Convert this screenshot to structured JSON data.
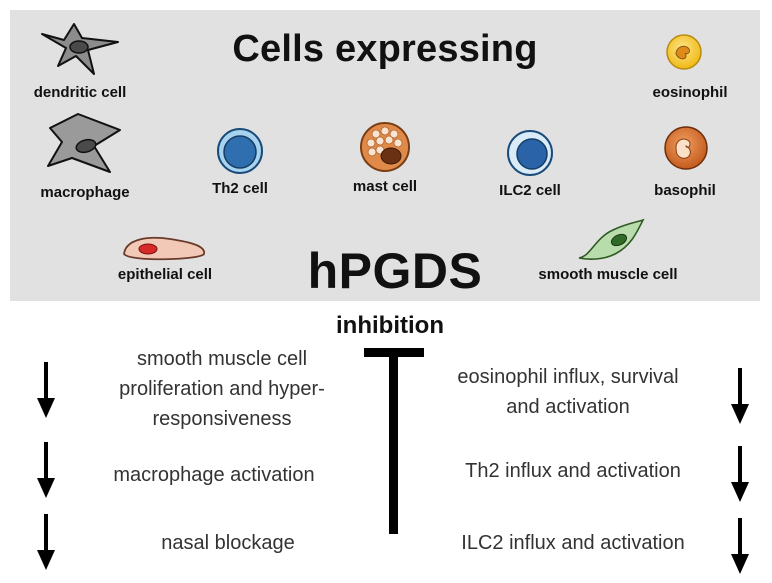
{
  "header": {
    "title": "Cells expressing",
    "target": "hPGDS"
  },
  "cells": [
    {
      "key": "dendritic",
      "label": "dendritic cell",
      "icon": "dendritic-cell-icon",
      "color": "#8c8c8c"
    },
    {
      "key": "eosinophil",
      "label": "eosinophil",
      "icon": "eosinophil-icon",
      "color": "#f5c51c"
    },
    {
      "key": "macrophage",
      "label": "macrophage",
      "icon": "macrophage-icon",
      "color": "#9a9a9a"
    },
    {
      "key": "th2",
      "label": "Th2 cell",
      "icon": "th2-cell-icon",
      "color": "#2f6fb0"
    },
    {
      "key": "mast",
      "label": "mast cell",
      "icon": "mast-cell-icon",
      "color": "#e08a4a"
    },
    {
      "key": "ilc2",
      "label": "ILC2 cell",
      "icon": "ilc2-cell-icon",
      "color": "#2a63a8"
    },
    {
      "key": "basophil",
      "label": "basophil",
      "icon": "basophil-icon",
      "color": "#d46a2c"
    },
    {
      "key": "epithelial",
      "label": "epithelial cell",
      "icon": "epithelial-cell-icon",
      "color": "#f2c9b6"
    },
    {
      "key": "smooth",
      "label": "smooth muscle cell",
      "icon": "smooth-muscle-cell-icon",
      "color": "#7fb872"
    }
  ],
  "inhibition": {
    "label": "inhibition"
  },
  "effects": {
    "left": [
      {
        "lines": [
          "smooth muscle cell",
          "proliferation and hyper-",
          "responsiveness"
        ],
        "direction": "decrease"
      },
      {
        "lines": [
          "macrophage activation"
        ],
        "direction": "decrease"
      },
      {
        "lines": [
          "nasal blockage"
        ],
        "direction": "decrease"
      }
    ],
    "right": [
      {
        "lines": [
          "eosinophil influx, survival",
          "and activation"
        ],
        "direction": "decrease"
      },
      {
        "lines": [
          "Th2 influx and activation"
        ],
        "direction": "decrease"
      },
      {
        "lines": [
          "ILC2 influx and activation"
        ],
        "direction": "decrease"
      }
    ]
  },
  "colors": {
    "panel": "#e1e1e1",
    "text": "#111111"
  }
}
